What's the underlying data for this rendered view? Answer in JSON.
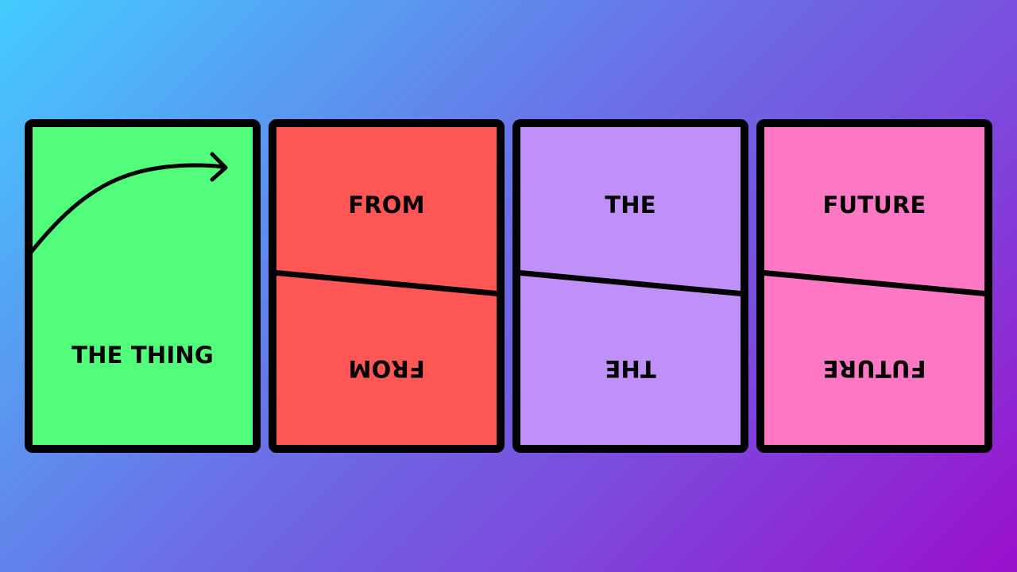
{
  "colors": {
    "green_card": "#52fd7b",
    "red_card": "#ff5656",
    "violet_card": "#bf90f7",
    "pink_card": "#ff78c4",
    "border": "#000000"
  },
  "cards": [
    {
      "label": "THE THING",
      "icon": "curved-arrow-icon"
    },
    {
      "top_label": "FROM",
      "bottom_label": "FROM"
    },
    {
      "top_label": "THE",
      "bottom_label": "THE"
    },
    {
      "top_label": "FUTURE",
      "bottom_label": "FUTURE"
    }
  ]
}
